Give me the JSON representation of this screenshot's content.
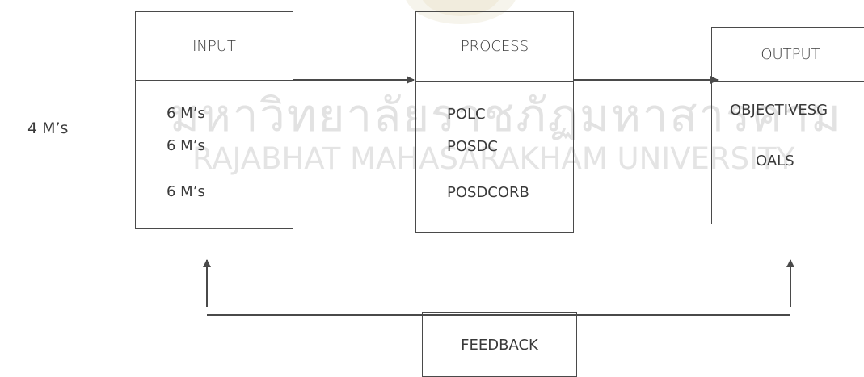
{
  "watermark": {
    "thai": "มหาวิทยาลัยราชภัฏมหาสารคาม",
    "english": "RAJABHAT MAHASARAKHAM UNIVERSITY"
  },
  "side_label": "4 M’s",
  "input": {
    "title": "INPUT",
    "items": [
      "6 M’s",
      "6 M’s",
      "6 M’s"
    ]
  },
  "process": {
    "title": "PROCESS",
    "items": [
      "POLC",
      "POSDC",
      "POSDCORB"
    ]
  },
  "output": {
    "title": "OUTPUT",
    "items": [
      "OBJECTIVESG",
      "OALS"
    ]
  },
  "feedback": {
    "label": "FEEDBACK"
  },
  "colors": {
    "line": "#4a4a4a",
    "text": "#3a3a3a",
    "watermark": "#e2e2e2"
  }
}
